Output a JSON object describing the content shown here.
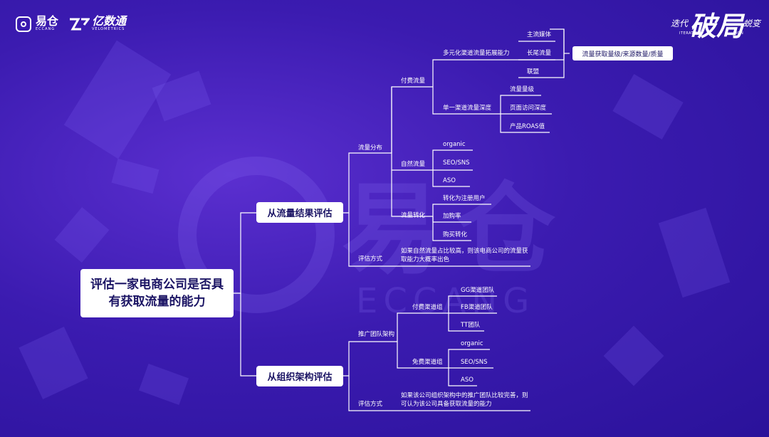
{
  "header": {
    "logo1_text": "易仓",
    "logo1_sub": "ECCANG",
    "logo2_text": "亿数通",
    "logo2_sub": "VELOMETRICS",
    "corner_main": "破局",
    "corner_left": "迭代",
    "corner_right": "蜕变",
    "corner_sub_left": "ITERATION",
    "corner_sub_right": "TION"
  },
  "watermark": {
    "text": "易仓",
    "sub": "ECCANG"
  },
  "mindmap": {
    "root": "评估一家电商公司是否具有获取流量的能力",
    "branch_traffic": "从流量结果评估",
    "branch_org": "从组织架构评估",
    "traffic_distribution": "流量分布",
    "paid_traffic": "付费流量",
    "multi_channel": "多元化渠道流量拓展能力",
    "mainstream_media": "主流媒体",
    "long_tail": "长尾流量",
    "alliance": "联盟",
    "result_box": "流量获取量级/来源数量/质量",
    "single_channel": "单一渠道流量深度",
    "traffic_level": "流量量级",
    "page_depth": "页面访问深度",
    "roas": "产品ROAS值",
    "natural_traffic": "自然流量",
    "organic": "organic",
    "seo_sns": "SEO/SNS",
    "aso": "ASO",
    "conversion": "流量转化",
    "to_register": "转化为注册用户",
    "add_to_cart": "加购率",
    "purchase": "购买转化",
    "eval_method": "评估方式",
    "traffic_note": "如果自然流量占比较高，则该电商公司的流量获取能力大概率出色",
    "promo_team": "推广团队架构",
    "paid_group": "付费渠道组",
    "gg_team": "GG渠道团队",
    "fb_team": "FB渠道团队",
    "tt_team": "TT团队",
    "free_group": "免费渠道组",
    "organic2": "organic",
    "seo_sns2": "SEO/SNS",
    "aso2": "ASO",
    "eval_method2": "评估方式",
    "org_note": "如果该公司组织架构中的推广团队比较完善，则可认为该公司具备获取流量的能力"
  }
}
